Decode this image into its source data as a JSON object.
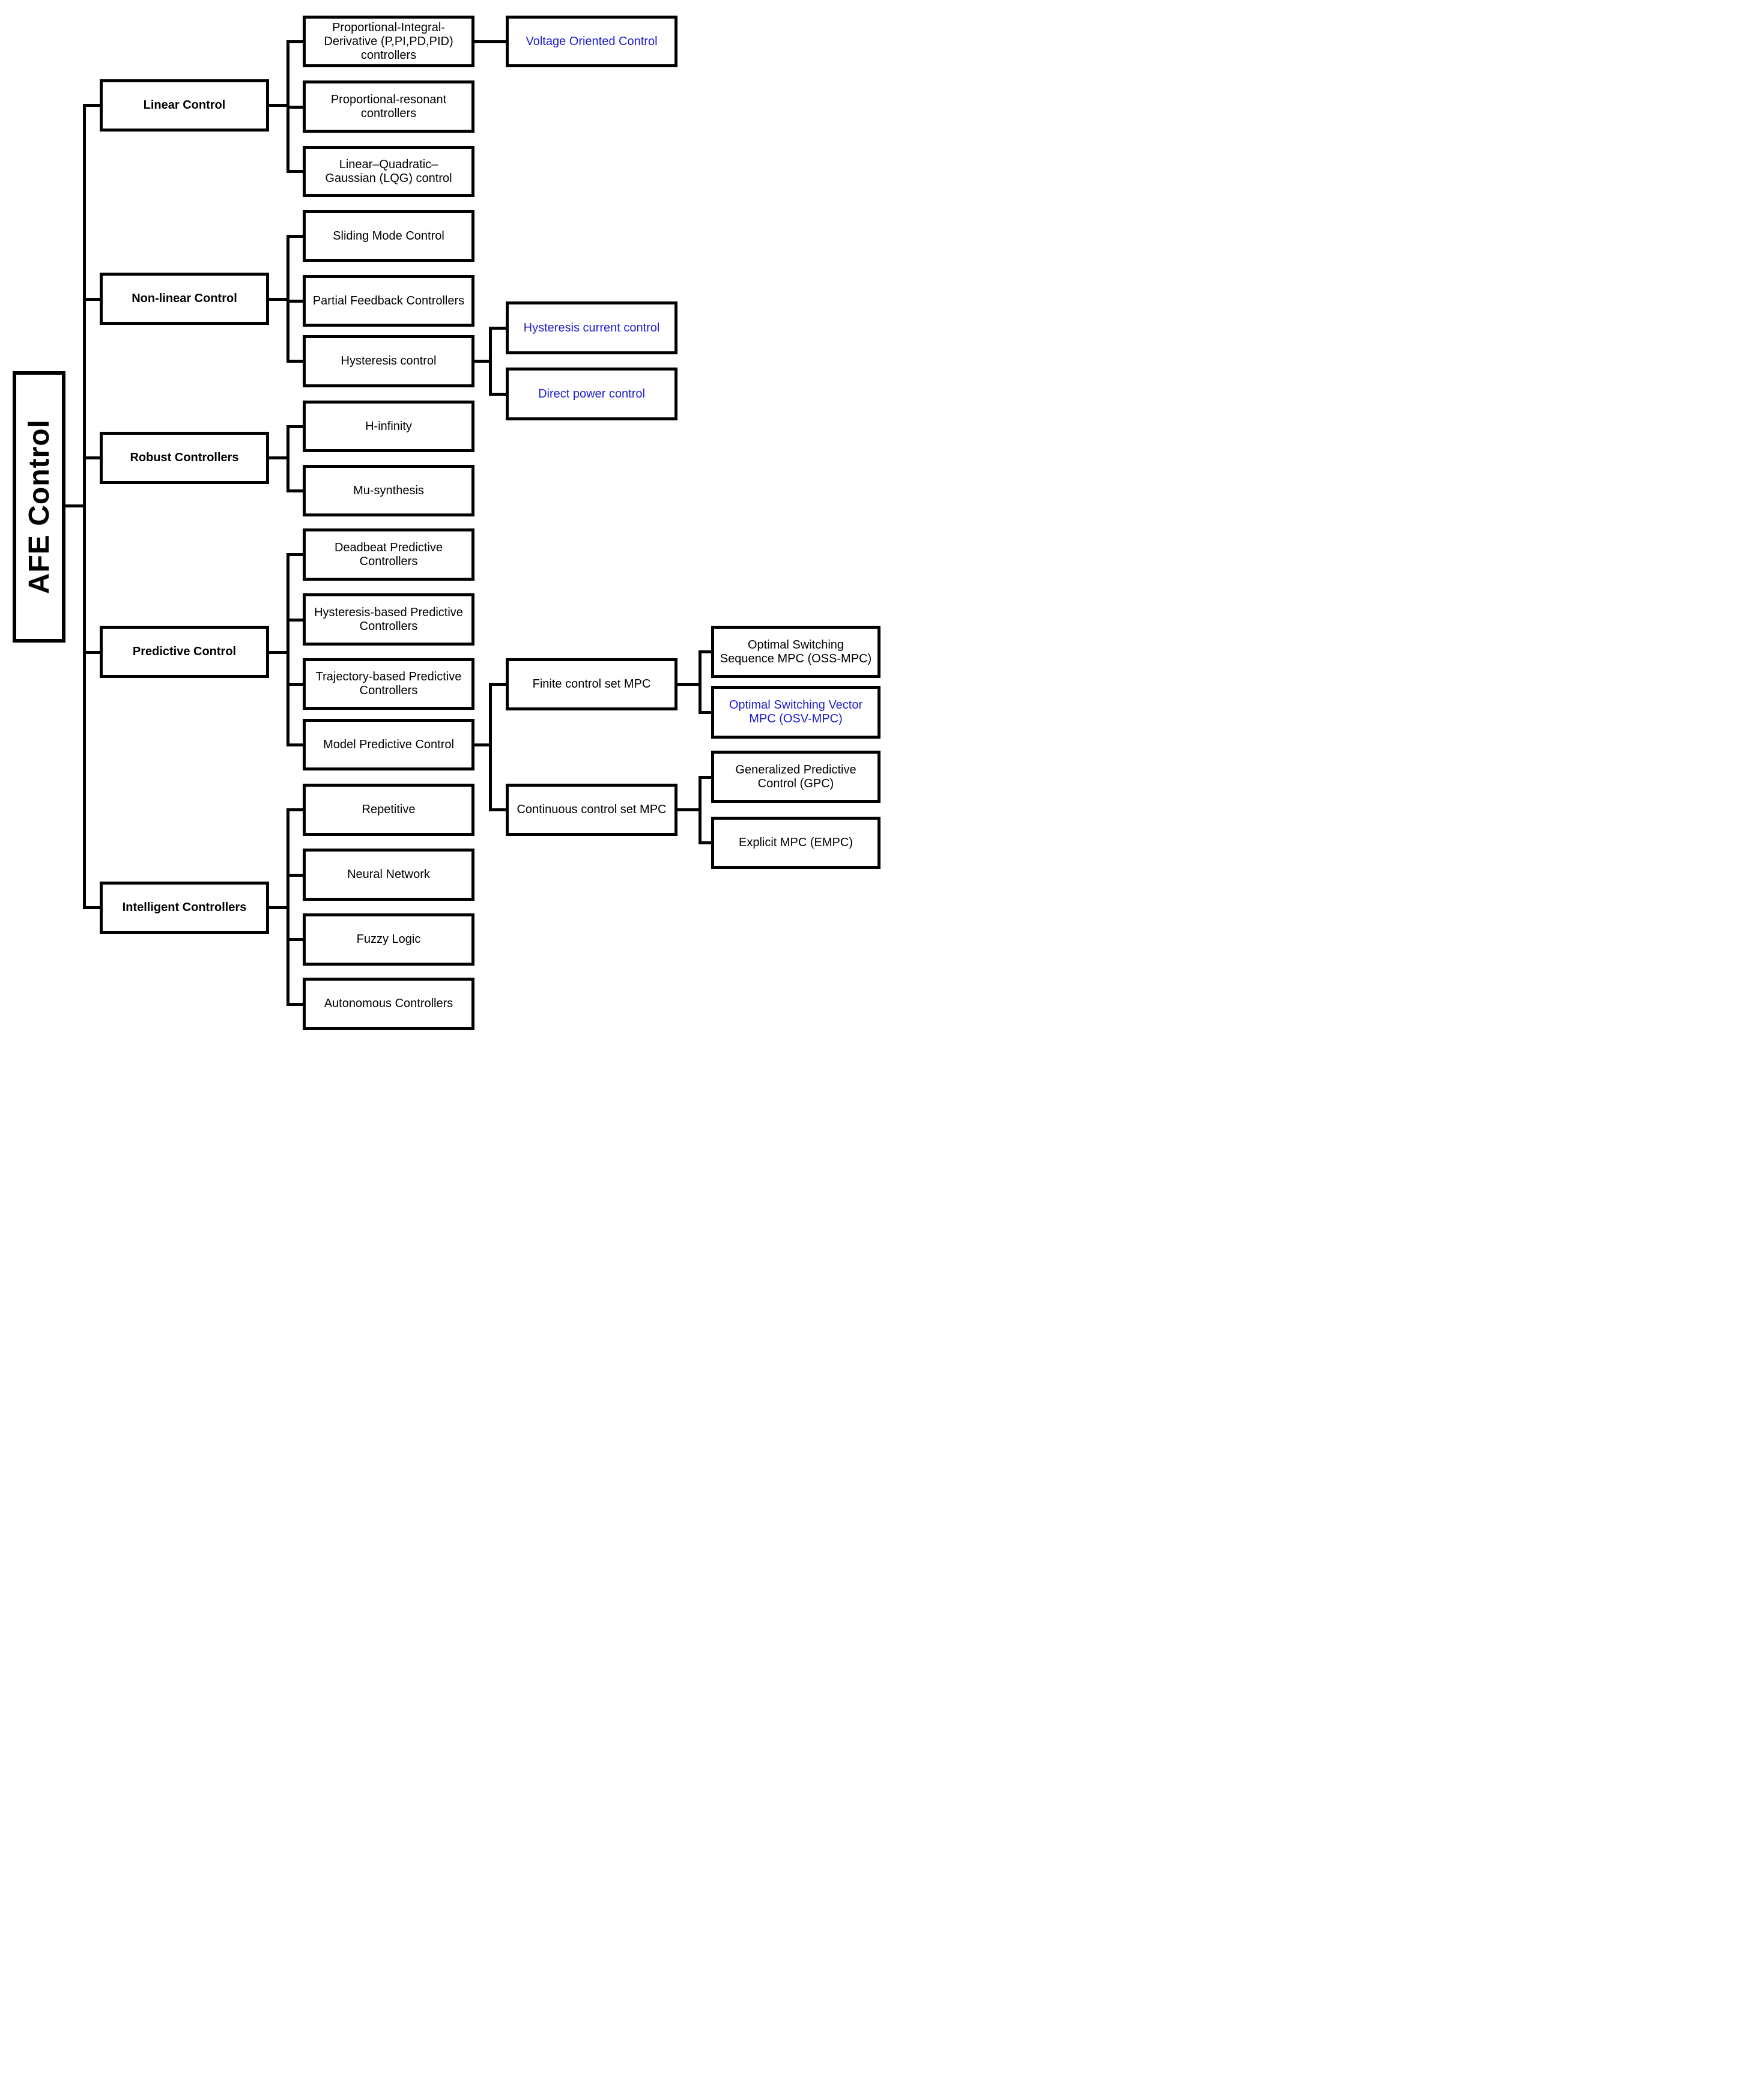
{
  "diagram_title": "AFE Control taxonomy tree",
  "colors": {
    "box_border": "#000000",
    "text_black": "#000000",
    "link_blue": "#1c1ccd",
    "background": "#ffffff"
  },
  "root": {
    "label": "AFE Control"
  },
  "nodes": {
    "linear": {
      "label": "Linear Control"
    },
    "nonlinear": {
      "label": "Non-linear Control"
    },
    "robust": {
      "label": "Robust Controllers"
    },
    "predictive": {
      "label": "Predictive Control"
    },
    "intelligent": {
      "label": "Intelligent Controllers"
    },
    "pid": {
      "label": "Proportional-Integral-\nDerivative (P,PI,PD,PID)\ncontrollers"
    },
    "pr": {
      "label": "Proportional-resonant\ncontrollers"
    },
    "lqg": {
      "label": "Linear–Quadratic–\nGaussian (LQG) control"
    },
    "sliding": {
      "label": "Sliding Mode Control"
    },
    "partial": {
      "label": "Partial Feedback Controllers"
    },
    "hysteresis": {
      "label": "Hysteresis control"
    },
    "hinf": {
      "label": "H-infinity"
    },
    "mu": {
      "label": "Mu-synthesis"
    },
    "deadbeat": {
      "label": "Deadbeat Predictive\nControllers"
    },
    "hystpred": {
      "label": "Hysteresis-based Predictive\nControllers"
    },
    "trajectory": {
      "label": "Trajectory-based Predictive\nControllers"
    },
    "mpc": {
      "label": "Model Predictive Control"
    },
    "repetitive": {
      "label": "Repetitive"
    },
    "neural": {
      "label": "Neural Network"
    },
    "fuzzy": {
      "label": "Fuzzy Logic"
    },
    "autonomous": {
      "label": "Autonomous Controllers"
    },
    "voc": {
      "label": "Voltage Oriented Control",
      "color": "blue"
    },
    "hystcur": {
      "label": "Hysteresis current control",
      "color": "blue"
    },
    "directpower": {
      "label": "Direct power control",
      "color": "blue"
    },
    "finite": {
      "label": "Finite control set MPC"
    },
    "continuous": {
      "label": "Continuous control set MPC"
    },
    "oss": {
      "label": "Optimal Switching\nSequence MPC (OSS-MPC)"
    },
    "osv": {
      "label": "Optimal Switching Vector\nMPC (OSV-MPC)",
      "color": "blue"
    },
    "gpc": {
      "label": "Generalized Predictive\nControl (GPC)"
    },
    "empc": {
      "label": "Explicit MPC (EMPC)"
    }
  },
  "hierarchy": {
    "AFE Control": {
      "Linear Control": {
        "Proportional-Integral-Derivative (P,PI,PD,PID) controllers": [
          "Voltage Oriented Control"
        ],
        "Proportional-resonant controllers": [],
        "Linear–Quadratic–Gaussian (LQG) control": []
      },
      "Non-linear Control": {
        "Sliding Mode Control": [],
        "Partial Feedback Controllers": [],
        "Hysteresis control": [
          "Hysteresis current control",
          "Direct power control"
        ]
      },
      "Robust Controllers": {
        "H-infinity": [],
        "Mu-synthesis": []
      },
      "Predictive Control": {
        "Deadbeat Predictive Controllers": [],
        "Hysteresis-based Predictive Controllers": [],
        "Trajectory-based Predictive Controllers": [],
        "Model Predictive Control": {
          "Finite control set MPC": [
            "Optimal Switching Sequence MPC (OSS-MPC)",
            "Optimal Switching Vector MPC (OSV-MPC)"
          ],
          "Continuous control set MPC": [
            "Generalized Predictive Control (GPC)",
            "Explicit MPC (EMPC)"
          ]
        }
      },
      "Intelligent Controllers": {
        "Repetitive": [],
        "Neural Network": [],
        "Fuzzy Logic": [],
        "Autonomous Controllers": []
      }
    }
  }
}
